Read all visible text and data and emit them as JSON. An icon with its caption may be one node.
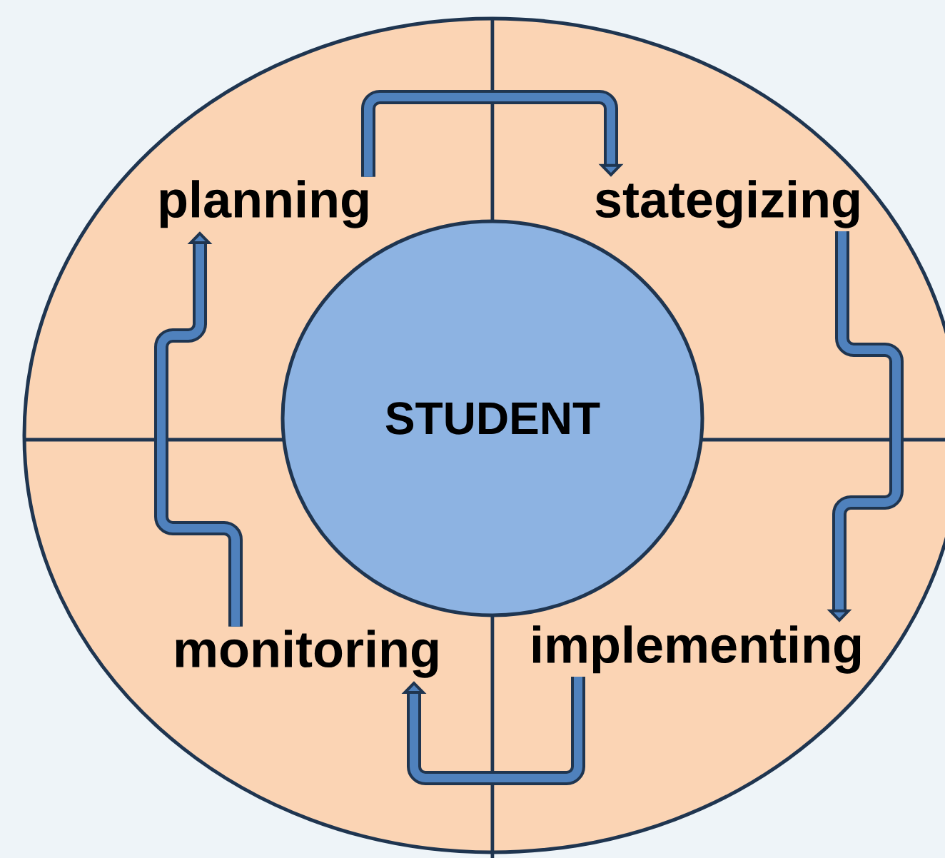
{
  "diagram": {
    "nodes": [
      {
        "text": [
          "planning"
        ]
      },
      {
        "text": [
          "stategizing"
        ]
      },
      {
        "text": [
          "STUDENT"
        ]
      },
      {
        "text": [
          "monitoring"
        ]
      },
      {
        "text": [
          "implementing"
        ]
      }
    ],
    "edges": [
      {
        "from": 0,
        "to": 1,
        "arrow": "to"
      },
      {
        "from": 1,
        "to": 4,
        "arrow": "to"
      },
      {
        "from": 4,
        "to": 3,
        "arrow": "to"
      },
      {
        "from": 3,
        "to": 0,
        "arrow": "to"
      }
    ]
  }
}
